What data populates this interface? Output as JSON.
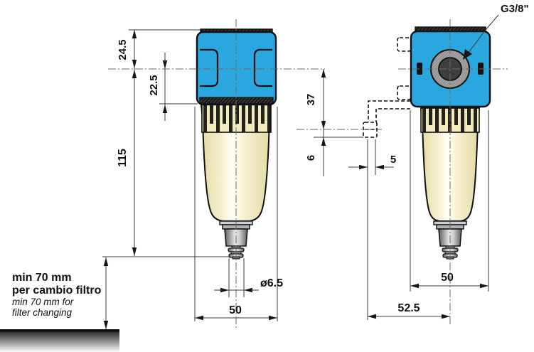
{
  "drawing": {
    "title": "filter-dimensional-drawing",
    "labels": {
      "port_thread": "G3/8\"",
      "cap_top_to_center": "24.5",
      "center_to_cap_bottom": "22.5",
      "center_to_drain": "115",
      "center_to_bracket": "37",
      "bracket_foot": "6",
      "bracket_thickness": "5",
      "drain_diameter": "ø6.5",
      "width_side": "50",
      "width_front": "50",
      "depth_to_center": "52.5"
    },
    "note": {
      "it_line1": "min 70 mm",
      "it_line2": "per cambio filtro",
      "en_line1": "min 70 mm for",
      "en_line2": "filter changing"
    },
    "colors": {
      "cap_blue": "#29A7DE",
      "bowl_cream": "#F3ECC4",
      "band_dark": "#1D1D1D",
      "ring_grey": "#A3A3A3"
    }
  }
}
